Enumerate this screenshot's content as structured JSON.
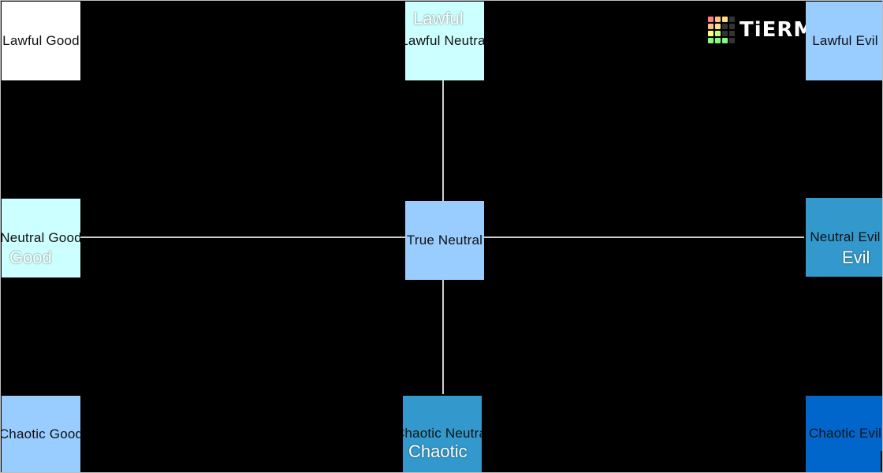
{
  "axis_labels": {
    "top": "Lawful",
    "left": "Good",
    "right": "Evil",
    "bottom": "Chaotic"
  },
  "tiles": {
    "lawful_good": {
      "label": "Lawful Good",
      "color": "#ffffff"
    },
    "lawful_neutral": {
      "label": "Lawful Neutral",
      "color": "#ccffff"
    },
    "lawful_evil": {
      "label": "Lawful Evil",
      "color": "#99ccff"
    },
    "neutral_good": {
      "label": "Neutral Good",
      "color": "#ccffff"
    },
    "true_neutral": {
      "label": "True Neutral",
      "color": "#99ccff"
    },
    "neutral_evil": {
      "label": "Neutral Evil",
      "color": "#3399cc"
    },
    "chaotic_good": {
      "label": "Chaotic Good",
      "color": "#99ccff"
    },
    "chaotic_neutral": {
      "label": "Chaotic Neutral",
      "color": "#3399cc"
    },
    "chaotic_evil": {
      "label": "Chaotic Evil",
      "color": "#0066cc"
    }
  },
  "logo": {
    "text": "TiERMAKER",
    "icon": "tiermaker-grid-icon",
    "grid_colors": [
      "#ff7f7f",
      "#ffbf7f",
      "#ffdf7f",
      "#333333",
      "#ffbf7f",
      "#ffdf7f",
      "#333333",
      "#333333",
      "#ffff7f",
      "#bfff7f",
      "#333333",
      "#333333",
      "#7fff7f",
      "#7fff7f",
      "#7fff7f",
      "#333333"
    ]
  },
  "colors": {
    "background": "#000000",
    "axis": "#cfcfcf"
  }
}
